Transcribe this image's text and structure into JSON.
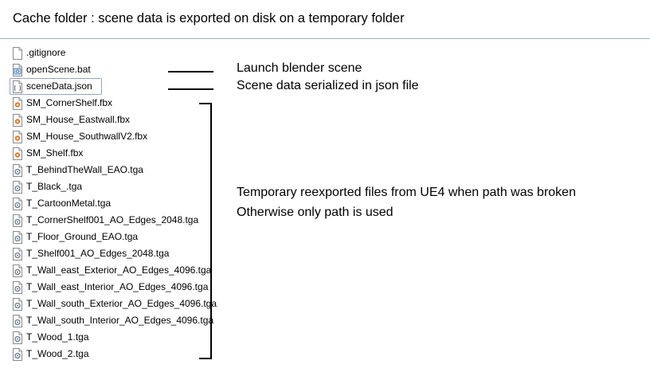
{
  "header": {
    "title": "Cache folder : scene data is exported on disk on a temporary folder"
  },
  "files": [
    {
      "name": ".gitignore",
      "icon": "blank-file-icon"
    },
    {
      "name": "openScene.bat",
      "icon": "batch-file-icon"
    },
    {
      "name": "sceneData.json",
      "icon": "json-file-icon",
      "selected": true
    },
    {
      "name": "SM_CornerShelf.fbx",
      "icon": "fbx-file-icon"
    },
    {
      "name": "SM_House_Eastwall.fbx",
      "icon": "fbx-file-icon"
    },
    {
      "name": "SM_House_SouthwallV2.fbx",
      "icon": "fbx-file-icon"
    },
    {
      "name": "SM_Shelf.fbx",
      "icon": "fbx-file-icon"
    },
    {
      "name": "T_BehindTheWall_EAO.tga",
      "icon": "tga-file-icon"
    },
    {
      "name": "T_Black_.tga",
      "icon": "tga-file-icon"
    },
    {
      "name": "T_CartoonMetal.tga",
      "icon": "tga-file-icon"
    },
    {
      "name": "T_CornerShelf001_AO_Edges_2048.tga",
      "icon": "tga-file-icon"
    },
    {
      "name": "T_Floor_Ground_EAO.tga",
      "icon": "tga-file-icon"
    },
    {
      "name": "T_Shelf001_AO_Edges_2048.tga",
      "icon": "tga-file-icon"
    },
    {
      "name": "T_Wall_east_Exterior_AO_Edges_4096.tga",
      "icon": "tga-file-icon"
    },
    {
      "name": "T_Wall_east_Interior_AO_Edges_4096.tga",
      "icon": "tga-file-icon"
    },
    {
      "name": "T_Wall_south_Exterior_AO_Edges_4096.tga",
      "icon": "tga-file-icon"
    },
    {
      "name": "T_Wall_south_Interior_AO_Edges_4096.tga",
      "icon": "tga-file-icon"
    },
    {
      "name": "T_Wood_1.tga",
      "icon": "tga-file-icon"
    },
    {
      "name": "T_Wood_2.tga",
      "icon": "tga-file-icon"
    }
  ],
  "annotations": {
    "launch": "Launch blender scene",
    "scene_data": "Scene data serialized in json file",
    "temp_line1": "Temporary reexported files from UE4 when path was broken",
    "temp_line2": "Otherwise only path is used"
  },
  "colors": {
    "selection_border": "#8fa6c6",
    "header_rule": "#9fb0c8",
    "fbx_accent": "#e07a2a",
    "tga_accent": "#6b7b8c",
    "bat_accent": "#4a78b5"
  }
}
